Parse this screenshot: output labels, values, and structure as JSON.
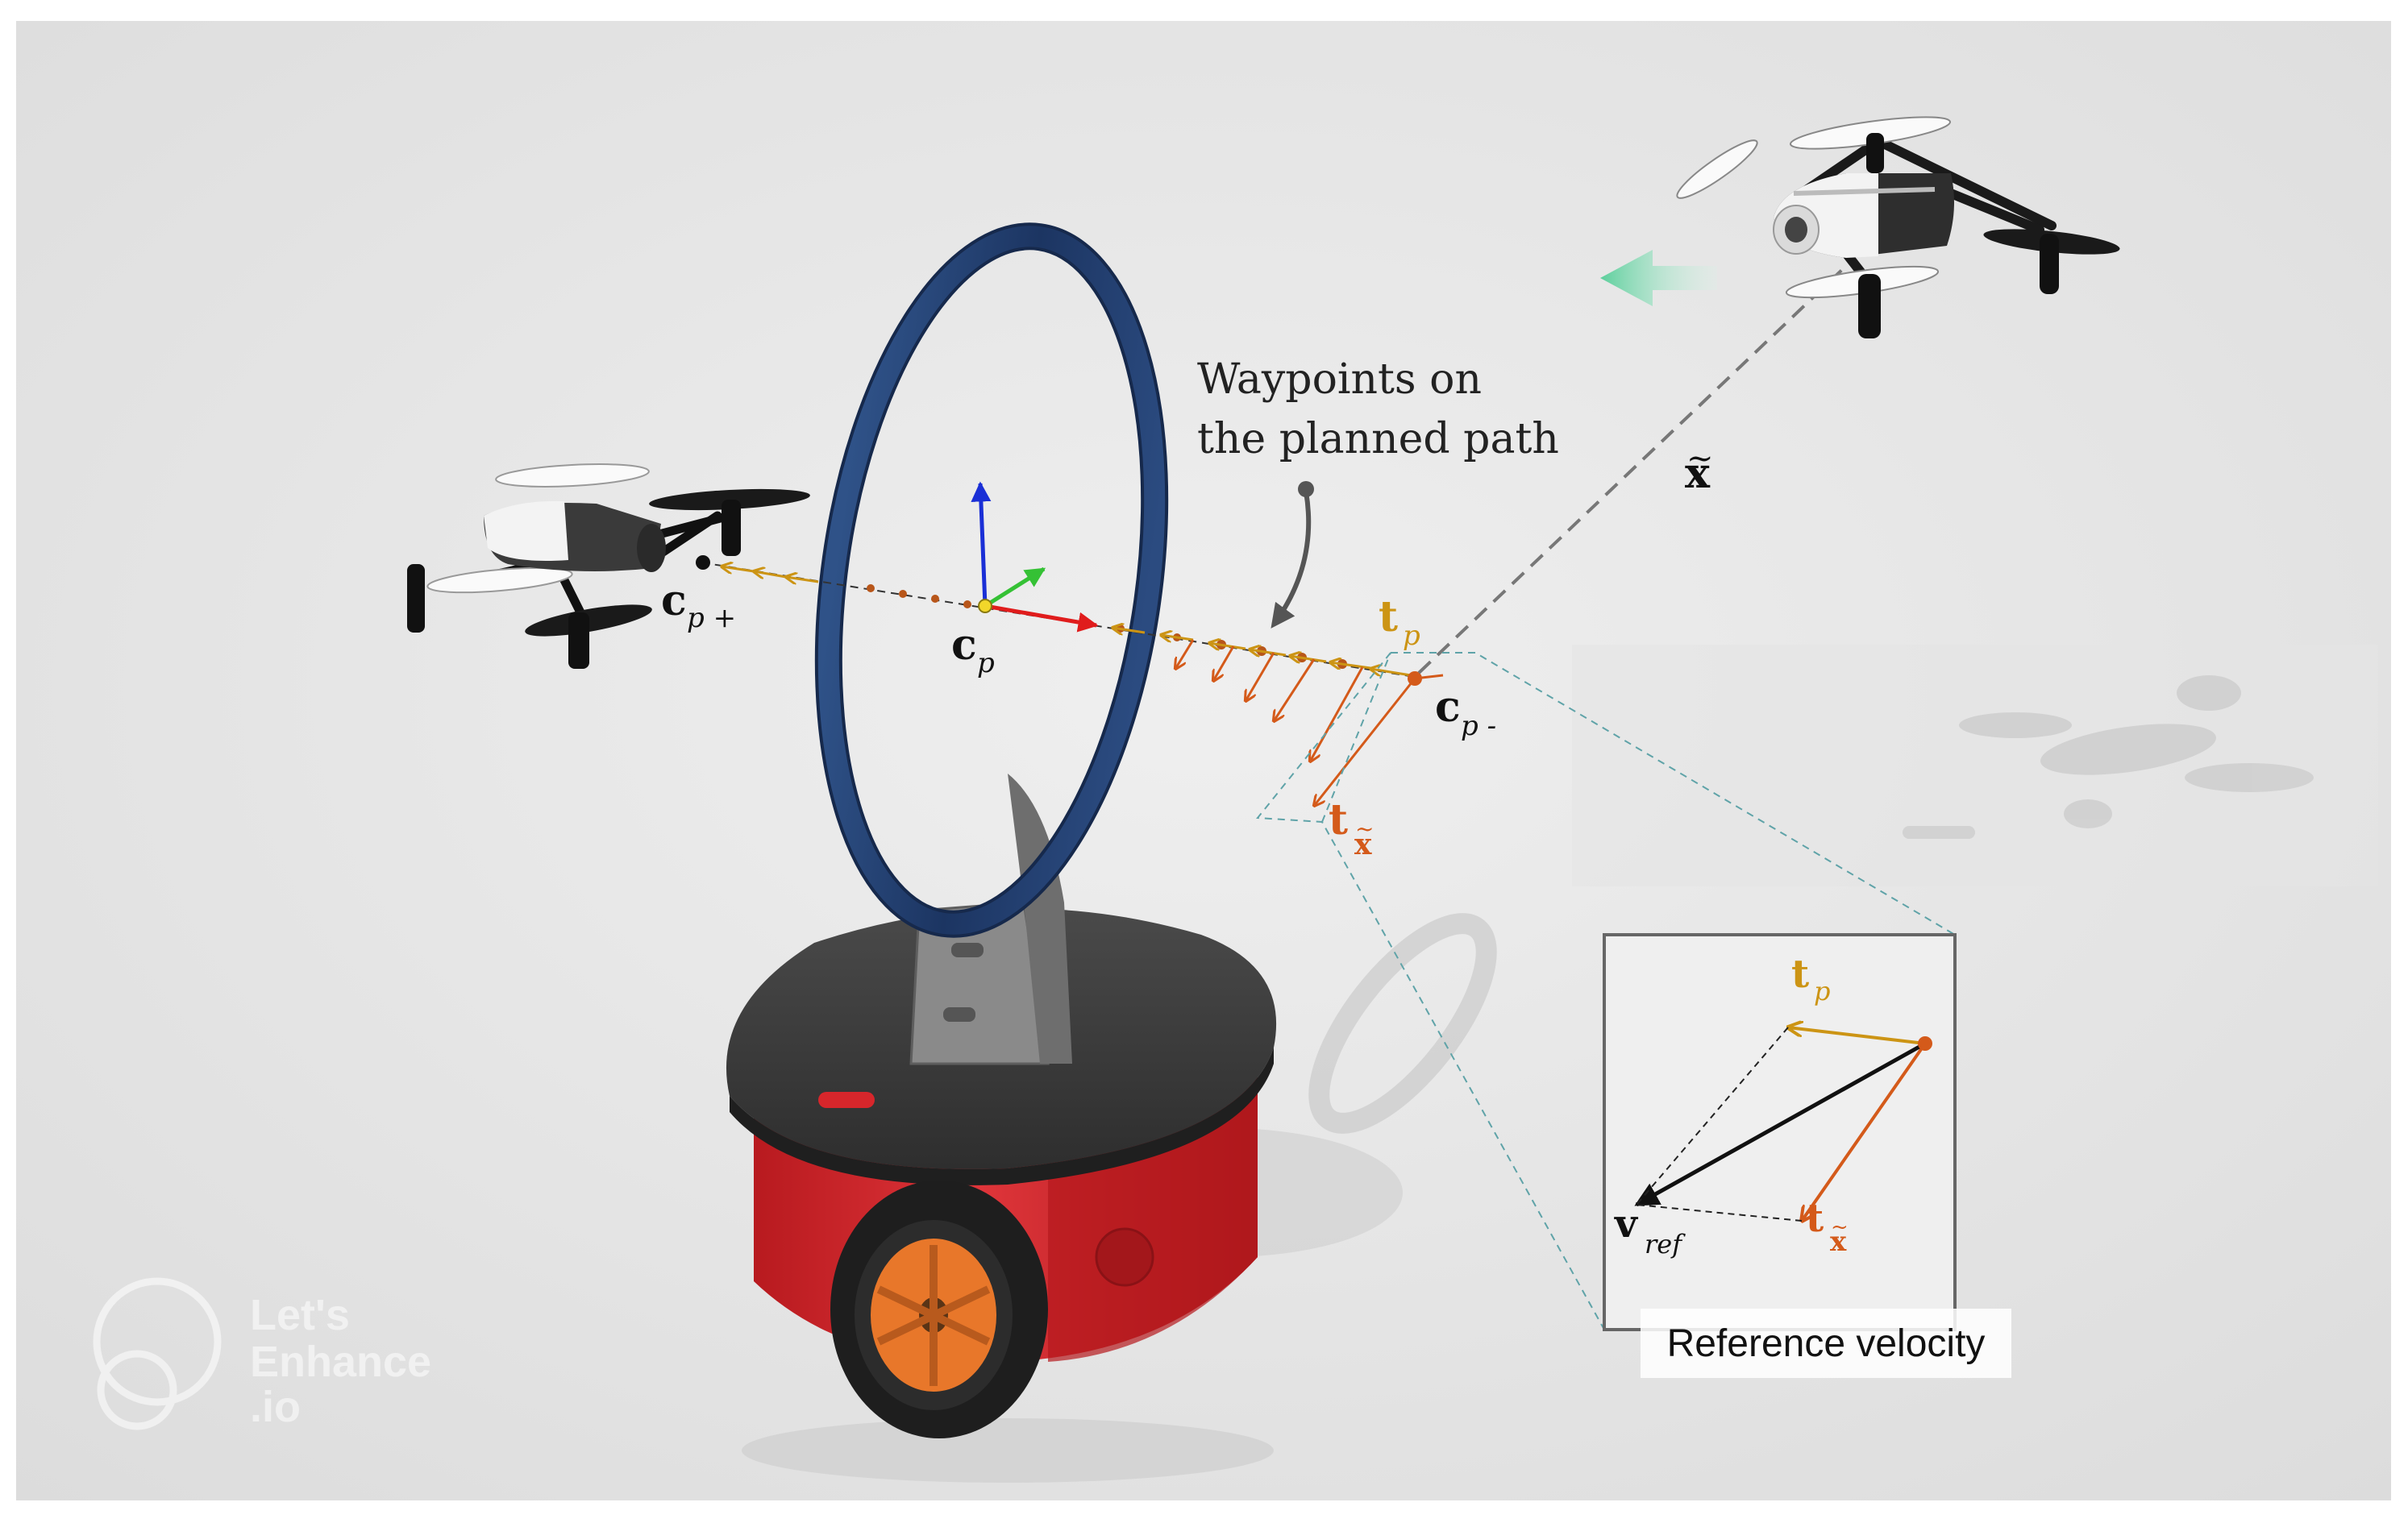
{
  "annotation": {
    "line1": "Waypoints on",
    "line2": "the planned path"
  },
  "symbols": {
    "x_tilde": "x",
    "tilde": "~",
    "c": "c",
    "p": "p",
    "p_plus": "p +",
    "p_minus": "p -",
    "t": "t",
    "v": "v",
    "ref": "ref"
  },
  "inset": {
    "caption": "Reference velocity"
  },
  "watermark": {
    "line1": "Let's",
    "line2": "Enhance",
    "line3": ".io"
  },
  "colors": {
    "background": "#e6e6e6",
    "hoop": "#23406e",
    "robot_body": "#d7262b",
    "robot_top": "#3c3c3c",
    "wheel_hub": "#e8772a",
    "orange_vector": "#d45a1a",
    "gold_vector": "#cc9414",
    "dashed_box": "#5fa3a8",
    "green_arrow": "#7fd6b0",
    "axis_blue": "#1a2fd6",
    "axis_red": "#e01c1c",
    "axis_green": "#35c135"
  },
  "icons": {
    "drone_left": "quadcopter-drone-icon",
    "drone_right": "quadcopter-drone-icon",
    "hoop": "gate-ring-icon",
    "robot": "ground-robot-icon",
    "watermark_logo": "lets-enhance-logo-icon"
  }
}
